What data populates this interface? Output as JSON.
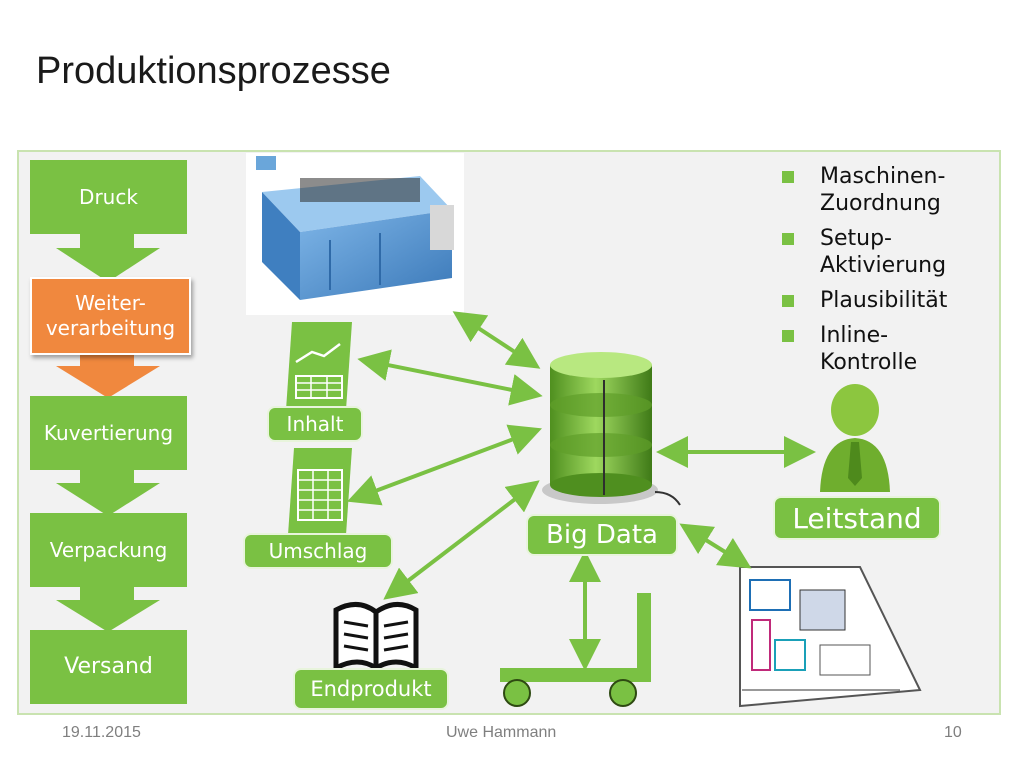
{
  "title": "Produktionsprozesse",
  "steps": [
    "Druck",
    "Weiter-\nverarbeitung",
    "Kuvertierung",
    "Verpackung",
    "Versand"
  ],
  "labels": {
    "inhalt": "Inhalt",
    "umschlag": "Umschlag",
    "endprodukt": "Endprodukt",
    "big_data": "Big Data",
    "leitstand": "Leitstand"
  },
  "bullets": [
    "Maschinen-\nZuordnung",
    "Setup-\nAktivierung",
    "Plausibilität",
    "Inline-\nKontrolle"
  ],
  "footer": {
    "date": "19.11.2015",
    "author": "Uwe Hammann",
    "page": "10"
  },
  "colors": {
    "green": "#7ac143",
    "orange": "#f0883e",
    "title": "#1a1a1a"
  }
}
